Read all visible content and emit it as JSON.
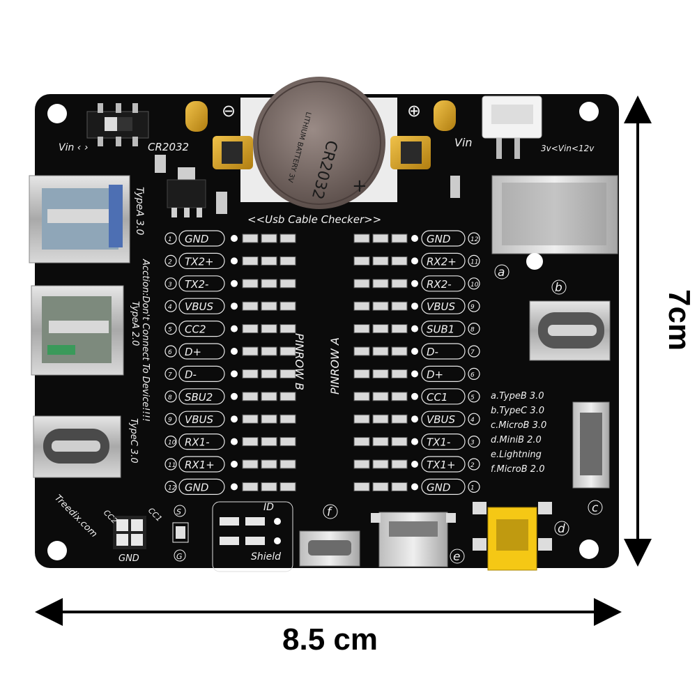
{
  "board": {
    "title": "<<Usb Cable Checker>>",
    "battery": {
      "socket_label": "CR2032",
      "cell_text": "CR2032",
      "cell_sub": "LITHIUM BATTERY 3V",
      "minus": "⊖",
      "plus": "⊕",
      "plus_mark": "+"
    },
    "switch_label": "Vin",
    "vin_label": "Vin",
    "vin_range": "3v<Vin<12v",
    "typeA30_label": "TypeA 3.0",
    "caution": [
      "Acction:Don't Connect To Device!!!!",
      "TypeA 2.0"
    ],
    "typeC30_label": "TypeC 3.0",
    "pinrow_b": "PINROW B",
    "pinrow_a": "PINROW A",
    "brand": "Treedix.com",
    "gnd_label": "GND",
    "cc1": "CC1",
    "cc2": "CC2",
    "id_label": "ID",
    "shield_label": "Shield",
    "s_label": "S",
    "g_label": "G"
  },
  "pins_left": [
    {
      "n": "1",
      "name": "GND"
    },
    {
      "n": "2",
      "name": "TX2+"
    },
    {
      "n": "3",
      "name": "TX2-"
    },
    {
      "n": "4",
      "name": "VBUS"
    },
    {
      "n": "5",
      "name": "CC2"
    },
    {
      "n": "6",
      "name": "D+"
    },
    {
      "n": "7",
      "name": "D-"
    },
    {
      "n": "8",
      "name": "SBU2"
    },
    {
      "n": "9",
      "name": "VBUS"
    },
    {
      "n": "10",
      "name": "RX1-"
    },
    {
      "n": "11",
      "name": "RX1+"
    },
    {
      "n": "12",
      "name": "GND"
    }
  ],
  "pins_right": [
    {
      "n": "12",
      "name": "GND"
    },
    {
      "n": "11",
      "name": "RX2+"
    },
    {
      "n": "10",
      "name": "RX2-"
    },
    {
      "n": "9",
      "name": "VBUS"
    },
    {
      "n": "8",
      "name": "SUB1"
    },
    {
      "n": "7",
      "name": "D-"
    },
    {
      "n": "6",
      "name": "D+"
    },
    {
      "n": "5",
      "name": "CC1"
    },
    {
      "n": "4",
      "name": "VBUS"
    },
    {
      "n": "3",
      "name": "TX1-"
    },
    {
      "n": "2",
      "name": "TX1+"
    },
    {
      "n": "1",
      "name": "GND"
    }
  ],
  "connector_legend": [
    "a.TypeB 3.0",
    "b.TypeC 3.0",
    "c.MicroB 3.0",
    "d.MiniB 2.0",
    "e.Lightning",
    "f.MicroB 2.0"
  ],
  "connector_marks": {
    "a": "a",
    "b": "b",
    "c": "c",
    "d": "d",
    "e": "e",
    "f": "f"
  },
  "dimensions": {
    "width": "8.5 cm",
    "height": "7cm"
  },
  "colors": {
    "pcb": "#0b0b0b",
    "silkscreen": "#f2f2f2",
    "metal": "#c9c9c9",
    "gold": "#d4a017",
    "battery": "#7a6a66"
  }
}
